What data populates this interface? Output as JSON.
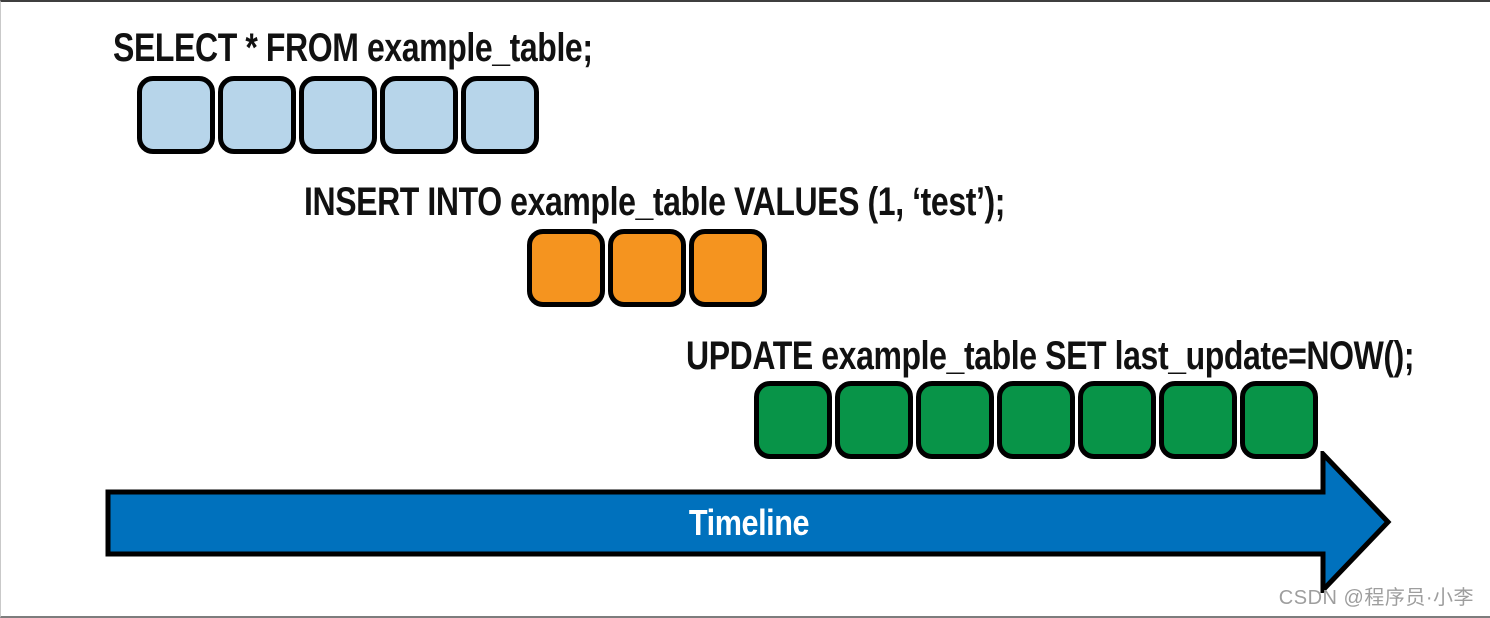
{
  "figure": {
    "rows": [
      {
        "label": "SELECT * FROM example_table;",
        "query_type": "select",
        "block_count": 5,
        "block_color": "#b7d5ea",
        "block_name": "select-duration-block"
      },
      {
        "label": "INSERT INTO example_table VALUES (1, ‘test’);",
        "query_type": "insert",
        "block_count": 3,
        "block_color": "#f5941f",
        "block_name": "insert-duration-block"
      },
      {
        "label": "UPDATE example_table SET last_update=NOW();",
        "query_type": "update",
        "block_count": 7,
        "block_color": "#089448",
        "block_name": "update-duration-block"
      }
    ],
    "timeline": {
      "label": "Timeline",
      "arrow_fill": "#0071bd",
      "arrow_stroke": "#000000"
    },
    "watermark": "CSDN @程序员·小李"
  }
}
